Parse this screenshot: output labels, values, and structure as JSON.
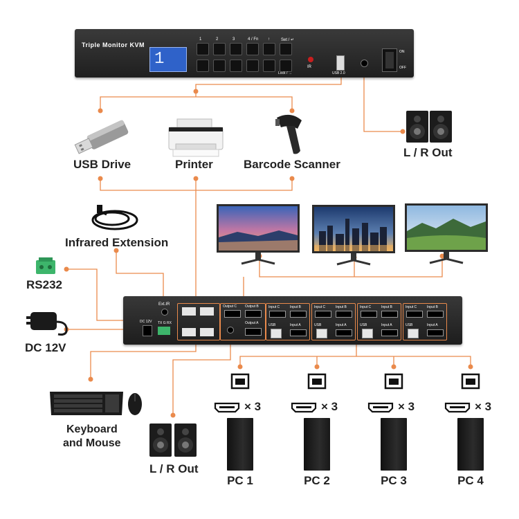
{
  "front_panel": {
    "title": "Triple Monitor KVM",
    "lcd_digit": "1",
    "key_labels_top": [
      "1",
      "2",
      "3",
      "4 / Fn",
      "↑",
      "Set / ↵"
    ],
    "key_labels_bottom": [
      "Lock / →"
    ],
    "ir_label": "IR",
    "usb_label": "USB 2.0",
    "switch_on": "ON",
    "switch_off": "OFF"
  },
  "top_devices": {
    "usb_drive": "USB Drive",
    "printer": "Printer",
    "barcode_scanner": "Barcode Scanner",
    "lr_out": "L / R Out"
  },
  "left_devices": {
    "infrared": "Infrared Extension",
    "rs232": "RS232",
    "dc": "DC 12V",
    "keyboard_mouse_line1": "Keyboard",
    "keyboard_mouse_line2": "and Mouse",
    "lr_out": "L / R Out"
  },
  "rear_panel": {
    "ext_ir": "Ext.IR",
    "dc_label": "DC 12V",
    "rs_label": "TX G RX",
    "output_c": "Output C",
    "output_b": "Output B",
    "output_a": "Output A",
    "input_c": "Input C",
    "input_b": "Input B",
    "input_a": "Input A",
    "usb": "USB"
  },
  "pcs": {
    "multiplier": "× 3",
    "labels": [
      "PC 1",
      "PC 2",
      "PC 3",
      "PC 4"
    ]
  },
  "colors": {
    "connector": "#ea8a4c",
    "device_body": "#2b2b2b",
    "lcd": "#2f62c9"
  }
}
